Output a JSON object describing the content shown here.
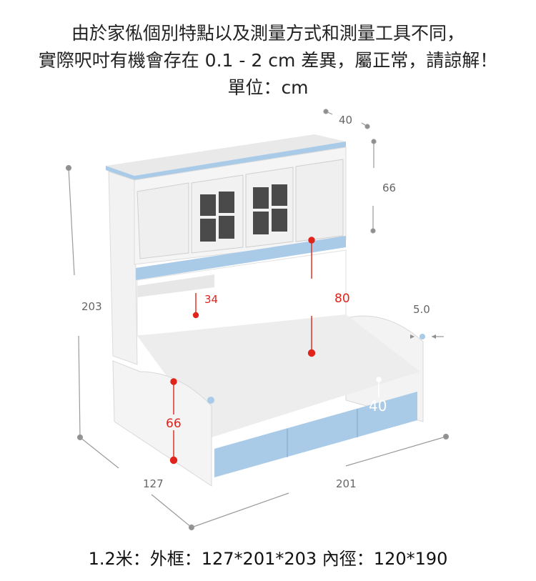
{
  "notes": {
    "line1": "由於家俬個別特點以及測量方式和測量工具不同，",
    "line2": "實際呎吋有機會存在 0.1 - 2 cm 差異，屬正常，請諒解！",
    "line3": "單位：cm"
  },
  "dimensions": {
    "top_depth": "40",
    "cabinet_height": "66",
    "total_height": "203",
    "shelf_gap": "34",
    "headroom": "80",
    "post_width": "5.0",
    "drawer_depth": "40",
    "side_height": "66",
    "width": "127",
    "length": "201"
  },
  "spec": "1.2米：外框：127*201*203 內徑：120*190",
  "colors": {
    "accent_blue": "#a9cbe7",
    "frame_white": "#f4f4f4",
    "dimension_red": "#e0241b",
    "dimension_gray": "#999999"
  }
}
